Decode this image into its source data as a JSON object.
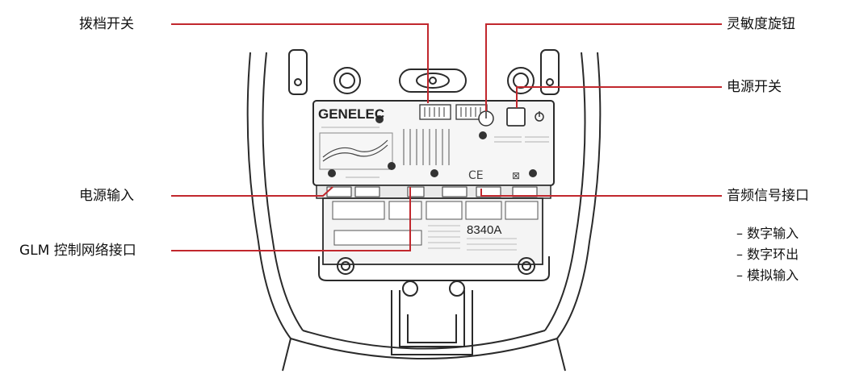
{
  "callouts": {
    "dip_switches": "拨档开关",
    "power_input": "电源输入",
    "glm_port": "GLM 控制网络接口",
    "sensitivity_knob": "灵敏度旋钮",
    "power_switch": "电源开关",
    "audio_port": "音频信号接口"
  },
  "audio_port_items": [
    "– 数字输入",
    "– 数字环出",
    "– 模拟输入"
  ],
  "panel": {
    "brand": "GENELEC",
    "model": "8340A"
  },
  "colors": {
    "leader_line": "#c1272d",
    "outline": "#2a2a2a"
  }
}
